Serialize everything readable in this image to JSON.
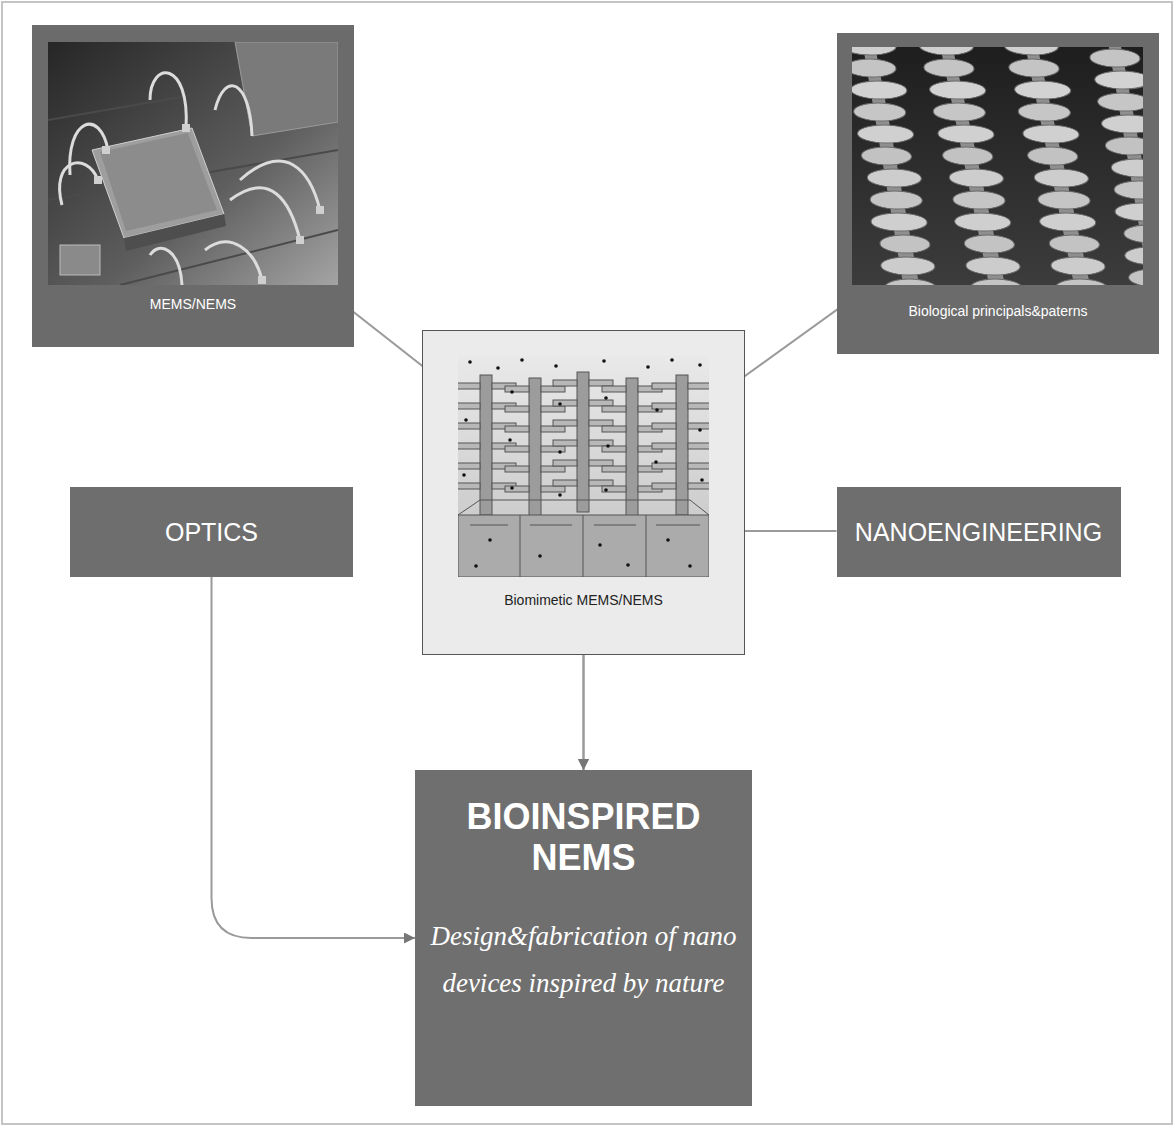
{
  "diagram": {
    "nodes": [
      {
        "text": [
          "MEMS/NEMS"
        ]
      },
      {
        "text": [
          "Biological principals&paterns"
        ]
      },
      {
        "text": [
          "Biomimetic MEMS/NEMS"
        ]
      },
      {
        "text": [
          "OPTICS"
        ]
      },
      {
        "text": [
          "NANOENGINEERING"
        ]
      },
      {
        "text": [
          "BIOINSPIRED NEMS",
          "Design&fabrication of nano devices inspired by nature"
        ]
      }
    ],
    "edges": [
      {
        "from": 0,
        "to": 2,
        "arrow": "to"
      },
      {
        "from": 1,
        "to": 2,
        "arrow": "to"
      },
      {
        "from": 2,
        "to": 5,
        "arrow": "to"
      },
      {
        "from": 3,
        "to": 5,
        "arrow": "to"
      },
      {
        "from": 4,
        "to": 5,
        "arrow": "to"
      }
    ]
  }
}
